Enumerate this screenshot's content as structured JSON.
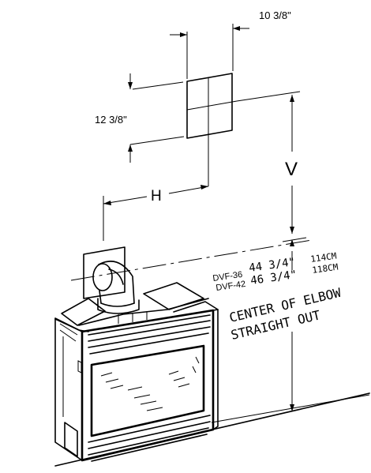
{
  "dimensions": {
    "width_label": "10 3/8\"",
    "height_label": "12 3/8\"",
    "vertical_label": "V",
    "horizontal_label": "H"
  },
  "models": [
    {
      "name": "DVF-36",
      "value": "44 3/4\"",
      "metric": "114CM"
    },
    {
      "name": "DVF-42",
      "value": "46 3/4\"",
      "metric": "118CM"
    }
  ],
  "notes": {
    "line1": "CENTER OF ELBOW",
    "line2": "STRAIGHT OUT"
  }
}
